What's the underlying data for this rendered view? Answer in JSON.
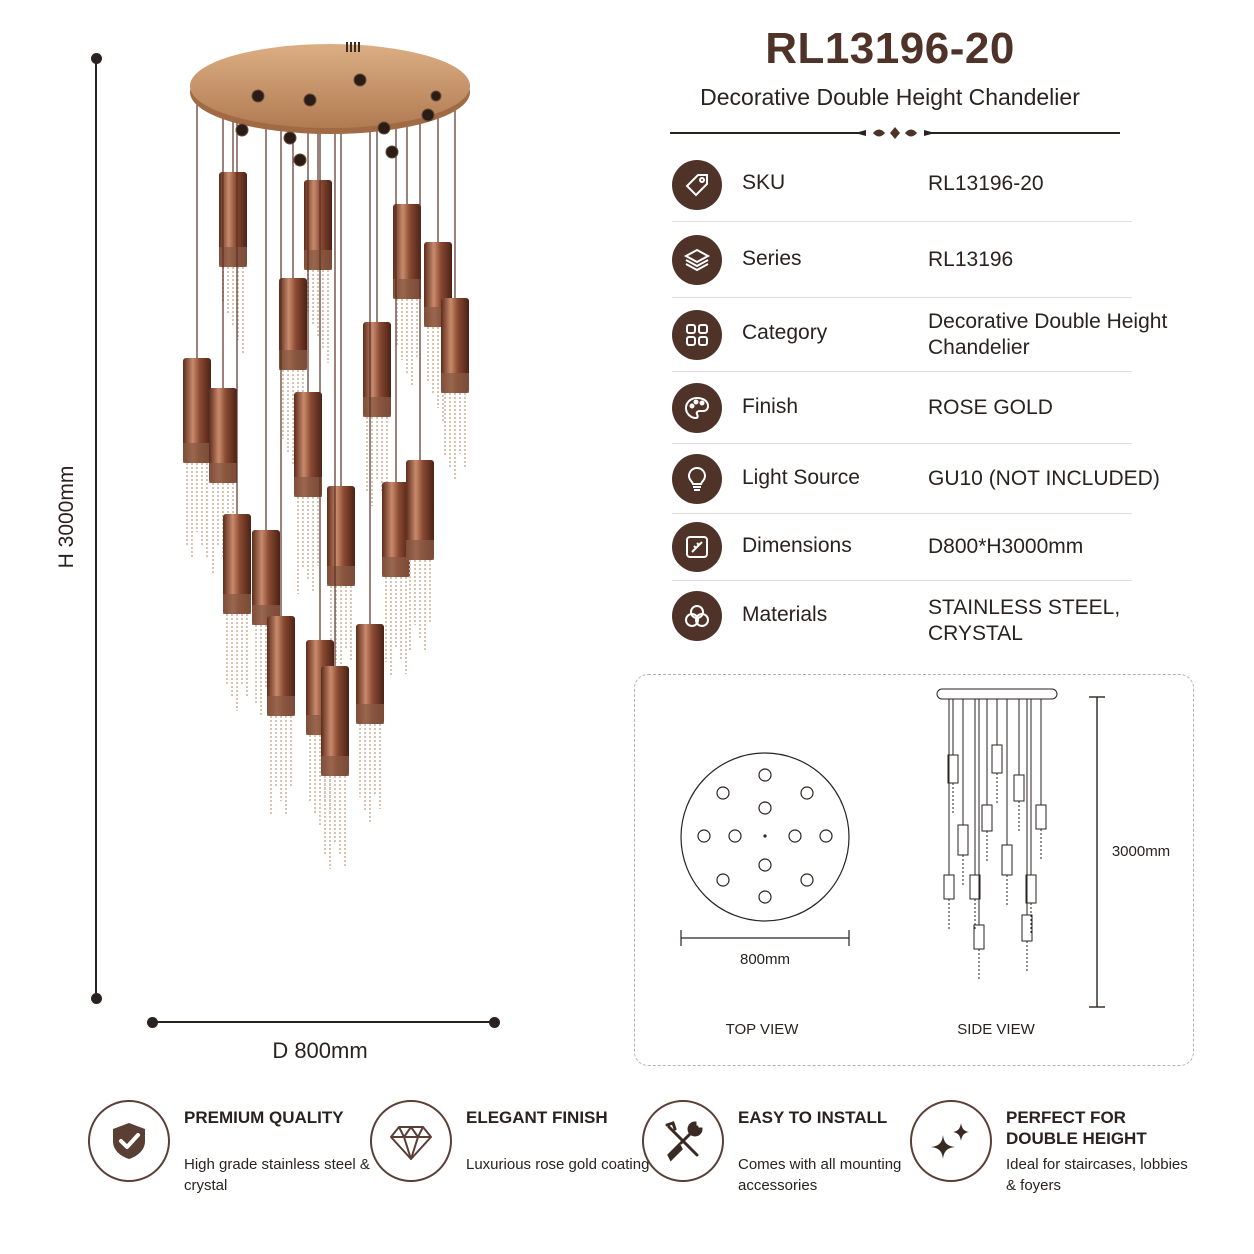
{
  "product": {
    "model": "RL13196-20",
    "subtitle": "Decorative Double Height Chandelier"
  },
  "dimensions": {
    "height_label": "H 3000mm",
    "diameter_label": "D 800mm"
  },
  "specs": [
    {
      "icon": "tag-icon",
      "label": "SKU",
      "value": "RL13196-20"
    },
    {
      "icon": "layers-icon",
      "label": "Series",
      "value": "RL13196"
    },
    {
      "icon": "category-grid-icon",
      "label": "Category",
      "value": "Decorative Double Height Chandelier"
    },
    {
      "icon": "palette-icon",
      "label": "Finish",
      "value": "ROSE GOLD"
    },
    {
      "icon": "light-bulb-icon",
      "label": "Light Source",
      "value": "GU10 (NOT INCLUDED)"
    },
    {
      "icon": "ruler-icon",
      "label": "Dimensions",
      "value": "D800*H3000mm"
    },
    {
      "icon": "materials-icon",
      "label": "Materials",
      "value": "STAINLESS STEEL, CRYSTAL"
    }
  ],
  "technical_drawing": {
    "top_view_caption": "TOP VIEW",
    "side_view_caption": "SIDE VIEW",
    "top_view_width": "800mm",
    "side_view_height": "3000mm"
  },
  "features": [
    {
      "icon": "shield-check-icon",
      "title": "PREMIUM QUALITY",
      "description": "High grade stainless steel & crystal"
    },
    {
      "icon": "diamond-icon",
      "title": "ELEGANT FINISH",
      "description": "Luxurious rose gold coating"
    },
    {
      "icon": "tools-icon",
      "title": "EASY TO INSTALL",
      "description": "Comes with all mounting accessories"
    },
    {
      "icon": "sparkle-icon",
      "title": "PERFECT FOR DOUBLE HEIGHT",
      "description": "Ideal for staircases, lobbies & foyers"
    }
  ],
  "colors": {
    "brand_brown": "#4f3328",
    "rose_gold": "#a8674a",
    "canopy_gold": "#c8956a",
    "text": "#2a2220"
  }
}
